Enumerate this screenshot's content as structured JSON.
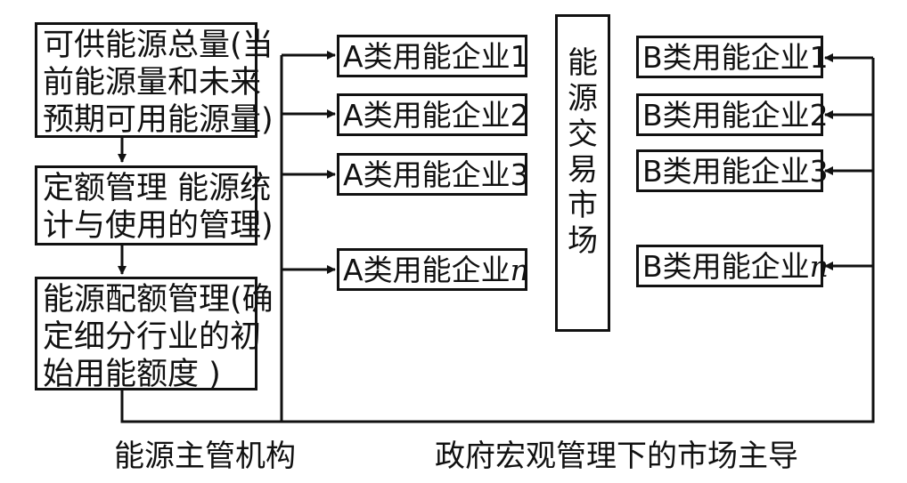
{
  "left_boxes": [
    {
      "line1": "可供能源总量(当",
      "line2": "前能源量和未来",
      "line3": "预期可用能源量)"
    },
    {
      "line1": "定额管理 能源统",
      "line2": "计与使用的管理)"
    },
    {
      "line1": "能源配额管理(确",
      "line2": "定细分行业的初",
      "line3": "始用能额度 )"
    }
  ],
  "a_enterprises": [
    {
      "prefix": "A类用能企业",
      "suffix": "1"
    },
    {
      "prefix": "A类用能企业",
      "suffix": "2"
    },
    {
      "prefix": "A类用能企业",
      "suffix": "3"
    },
    {
      "prefix": "A类用能企业",
      "suffix": "n"
    }
  ],
  "b_enterprises": [
    {
      "prefix": "B类用能企业",
      "suffix": "1"
    },
    {
      "prefix": "B类用能企业",
      "suffix": "2"
    },
    {
      "prefix": "B类用能企业",
      "suffix": "3"
    },
    {
      "prefix": "B类用能企业",
      "suffix": "n"
    }
  ],
  "market": {
    "chars": [
      "能",
      "源",
      "交",
      "易",
      "市",
      "场"
    ]
  },
  "captions": {
    "left": "能源主管机构",
    "right": "政府宏观管理下的市场主导"
  }
}
